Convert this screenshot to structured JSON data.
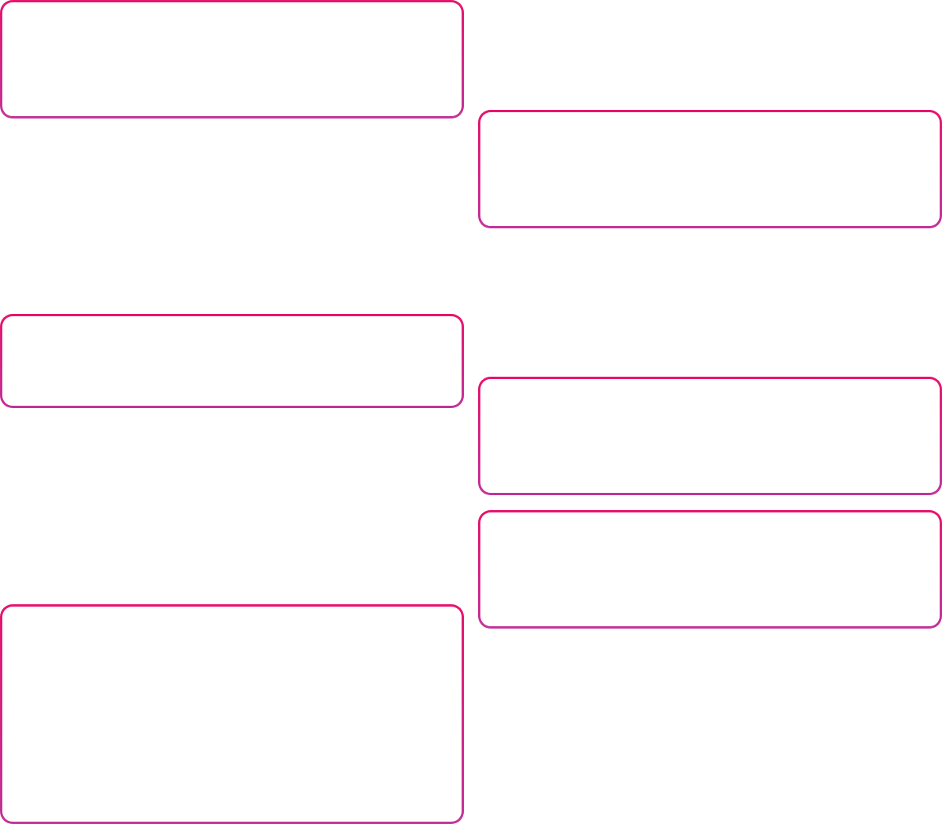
{
  "theme": {
    "border_gradient_start": "#e8146e",
    "border_gradient_end": "#c2349a",
    "card_background": "#ffffff",
    "page_background": "#ffffff"
  },
  "left_column": {
    "cards": [
      {
        "name": "card-left-1"
      },
      {
        "name": "card-left-2"
      },
      {
        "name": "card-left-3"
      }
    ]
  },
  "right_column": {
    "cards": [
      {
        "name": "card-right-1"
      },
      {
        "name": "card-right-2"
      },
      {
        "name": "card-right-3"
      }
    ]
  }
}
